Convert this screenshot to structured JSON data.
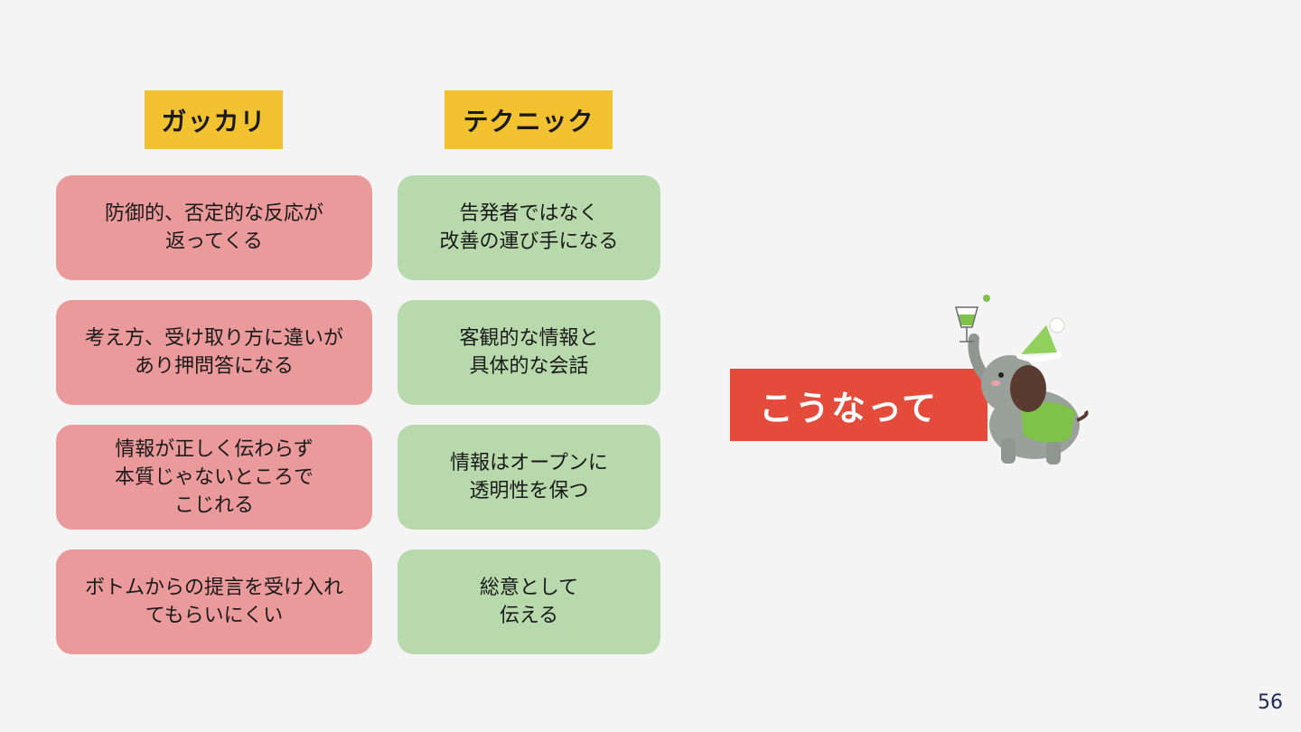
{
  "headers": {
    "left": "ガッカリ",
    "right": "テクニック"
  },
  "left_cards": [
    "防御的、否定的な反応が\n返ってくる",
    "考え方、受け取り方に違いが\nあり押問答になる",
    "情報が正しく伝わらず\n本質じゃないところで\nこじれる",
    "ボトムからの提言を受け入れ\nてもらいにくい"
  ],
  "right_cards": [
    "告発者ではなく\n改善の運び手になる",
    "客観的な情報と\n具体的な会話",
    "情報はオープンに\n透明性を保つ",
    "総意として\n伝える"
  ],
  "banner": "こうなって",
  "page_number": "56",
  "colors": {
    "header": "#f2c231",
    "left_card": "#ea9a9a",
    "right_card": "#b7d9ab",
    "banner": "#e54b3b"
  },
  "mascot": "celebrating-elephant-illustration"
}
